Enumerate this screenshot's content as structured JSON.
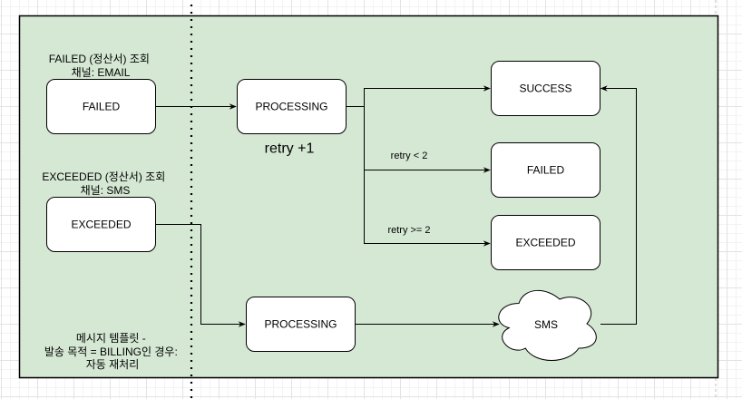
{
  "colors": {
    "canvas_background": "#ffffff",
    "grid_minor": "#f3f3f3",
    "grid_major": "#e3e3e3",
    "container_fill": "#d5e8d4",
    "node_fill": "#ffffff",
    "stroke": "#000000"
  },
  "annotations": {
    "failed_query": [
      "FAILED (정산서) 조회",
      "채널: EMAIL"
    ],
    "exceeded_query": [
      "EXCEEDED (정산서) 조회",
      "채널: SMS"
    ],
    "auto_retry_note": [
      "메시지 템플릿 -",
      "발송 목적 = BILLING인 경우:",
      "자동 재처리"
    ],
    "retry_increment": "retry +1"
  },
  "nodes": {
    "failed_source": "FAILED",
    "exceeded_source": "EXCEEDED",
    "processing_email": "PROCESSING",
    "processing_sms": "PROCESSING",
    "success": "SUCCESS",
    "failed_target": "FAILED",
    "exceeded_target": "EXCEEDED",
    "sms_gateway": "SMS"
  },
  "edges": {
    "retry_lt_2": "retry < 2",
    "retry_gte_2": "retry >= 2"
  }
}
